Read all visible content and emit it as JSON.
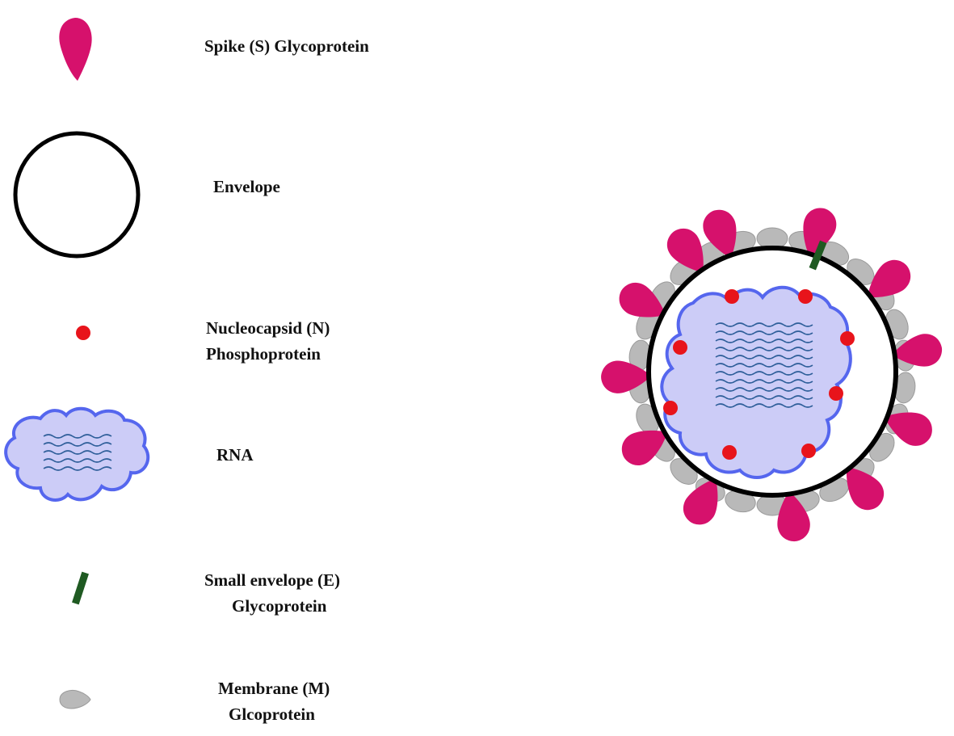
{
  "legend": [
    {
      "key": "spike",
      "icon": "spike-icon",
      "lines": [
        "Spike (S) Glycoprotein"
      ]
    },
    {
      "key": "envelope",
      "icon": "envelope-circle-icon",
      "lines": [
        "Envelope"
      ]
    },
    {
      "key": "nucleocapsid",
      "icon": "nucleocapsid-dot-icon",
      "lines": [
        "Nucleocapsid (N)",
        "Phosphoprotein"
      ]
    },
    {
      "key": "rna",
      "icon": "rna-cloud-icon",
      "lines": [
        "RNA"
      ]
    },
    {
      "key": "small-envelope",
      "icon": "small-envelope-bar-icon",
      "lines": [
        "Small envelope (E)",
        "Glycoprotein"
      ]
    },
    {
      "key": "membrane",
      "icon": "membrane-blob-icon",
      "lines": [
        "Membrane (M)",
        "Glcoprotein"
      ]
    }
  ],
  "colors": {
    "spike": "#d6116c",
    "envelope_stroke": "#000000",
    "nucleocapsid": "#e8141b",
    "rna_fill": "#ccccf7",
    "rna_stroke": "#5566ee",
    "rna_strands": "#2f5f9a",
    "small_envelope": "#1f5a22",
    "membrane": "#b9b9b9",
    "membrane_stroke": "#9a9a9a"
  }
}
